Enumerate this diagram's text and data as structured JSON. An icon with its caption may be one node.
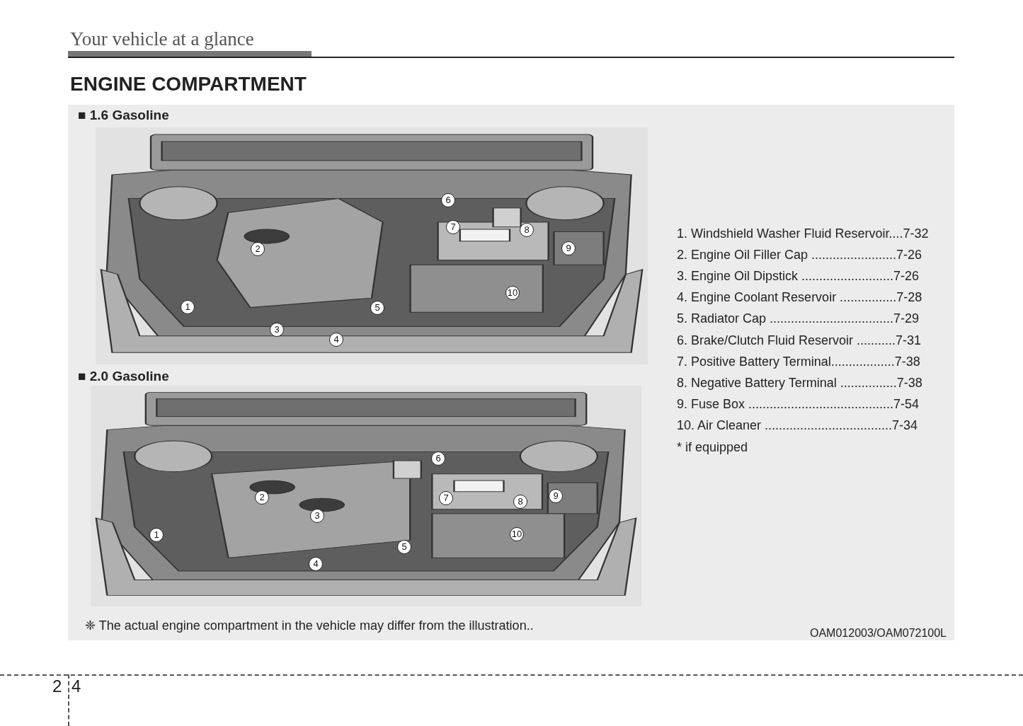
{
  "diagram": {
    "title": "ENGINE COMPARTMENT",
    "caption": "❈ The actual engine compartment in the vehicle may differ from the illustration..",
    "labels": [
      "Your vehicle at a glance",
      "■ 1.6 Gasoline",
      "6",
      "7",
      "8",
      "2",
      "9",
      "10",
      "1",
      "5",
      "3",
      "4",
      "■ 2.0 Gasoline",
      "6",
      "2",
      "7",
      "8",
      "9",
      "3",
      "1",
      "10",
      "5",
      "4",
      "1. Windshield Washer Fluid Reservoir....7-32",
      "2. Engine Oil Filler Cap ........................7-26",
      "3. Engine Oil Dipstick ..........................7-26",
      "4. Engine Coolant Reservoir ................7-28",
      "5. Radiator Cap ...................................7-29",
      "6. Brake/Clutch Fluid Reservoir ...........7-31",
      "7. Positive Battery Terminal..................7-38",
      "8. Negative Battery Terminal ................7-38",
      "9. Fuse Box .........................................7-54",
      "10. Air Cleaner ....................................7-34",
      "* if equipped",
      "OAM012003/OAM072100L",
      "2",
      "4"
    ]
  }
}
